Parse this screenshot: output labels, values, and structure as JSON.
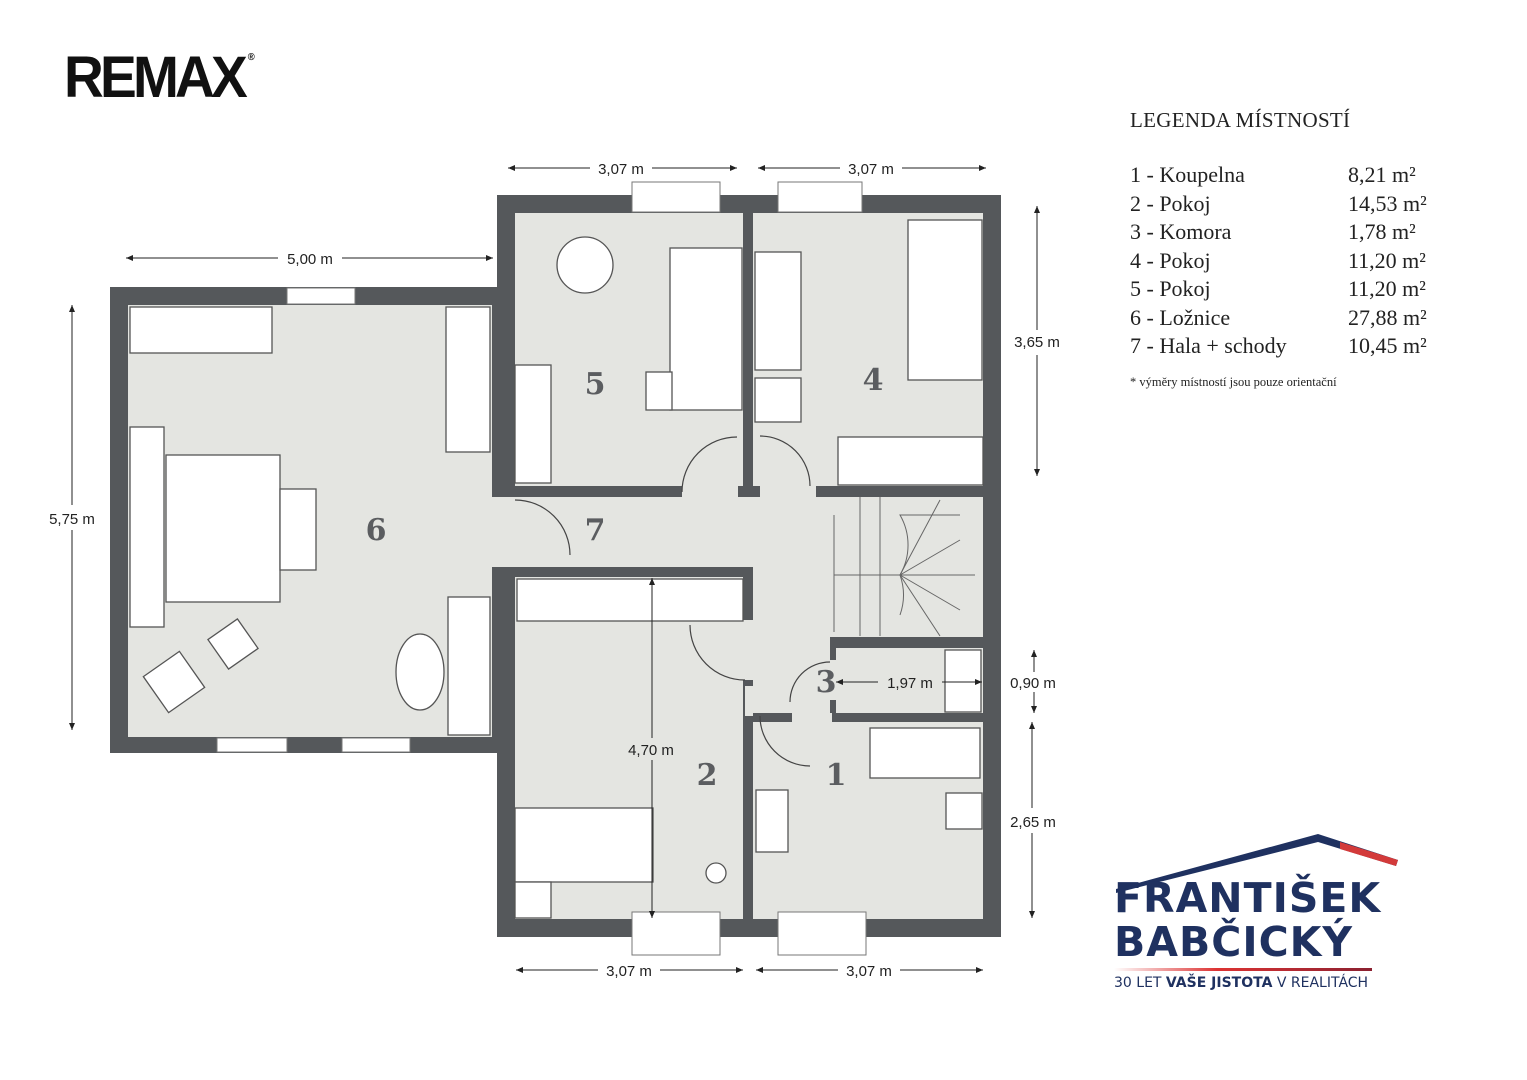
{
  "logo": {
    "text": "REMAX",
    "mark": "®"
  },
  "legend": {
    "title": "LEGENDA MÍSTNOSTÍ",
    "rooms": [
      {
        "name": "1 - Koupelna",
        "area": "8,21 m²"
      },
      {
        "name": "2 - Pokoj",
        "area": "14,53 m²"
      },
      {
        "name": "3 - Komora",
        "area": "1,78 m²"
      },
      {
        "name": "4 - Pokoj",
        "area": "11,20 m²"
      },
      {
        "name": "5 - Pokoj",
        "area": "11,20 m²"
      },
      {
        "name": "6 - Ložnice",
        "area": "27,88 m²"
      },
      {
        "name": "7 - Hala + schody",
        "area": "10,45 m²"
      }
    ],
    "note": "* výměry místností jsou pouze orientační"
  },
  "plan": {
    "room_numbers": [
      "1",
      "2",
      "3",
      "4",
      "5",
      "6",
      "7"
    ],
    "dimensions": {
      "top_left": "3,07 m",
      "top_right": "3,07 m",
      "room6_width": "5,00 m",
      "room6_height": "5,75 m",
      "right_top": "3,65 m",
      "room3_width": "1,97 m",
      "right_mid": "0,90 m",
      "right_bottom": "2,65 m",
      "room2_height": "4,70 m",
      "bottom_left": "3,07 m",
      "bottom_right": "3,07 m"
    }
  },
  "brand": {
    "line1": "FRANTIŠEK",
    "line2": "BABČICKÝ",
    "tag_pre": "30 LET ",
    "tag_bold": "VAŠE JISTOTA",
    "tag_post": " V REALITÁCH"
  },
  "colors": {
    "wall": "#55585b",
    "floor": "#e4e5e1",
    "brand": "#1f3160",
    "accent": "#d33a3a"
  }
}
